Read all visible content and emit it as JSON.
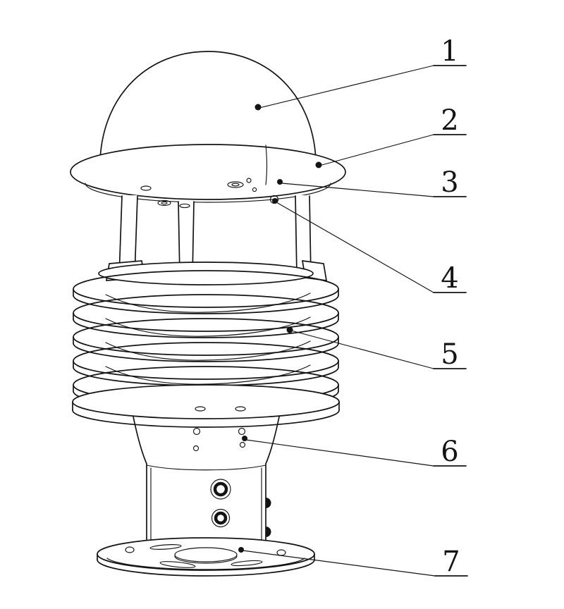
{
  "figure": {
    "ink": "#141414",
    "bg": "#ffffff",
    "callouts": [
      {
        "label": "1"
      },
      {
        "label": "2"
      },
      {
        "label": "3"
      },
      {
        "label": "4"
      },
      {
        "label": "5"
      },
      {
        "label": "6"
      },
      {
        "label": "7"
      }
    ]
  }
}
